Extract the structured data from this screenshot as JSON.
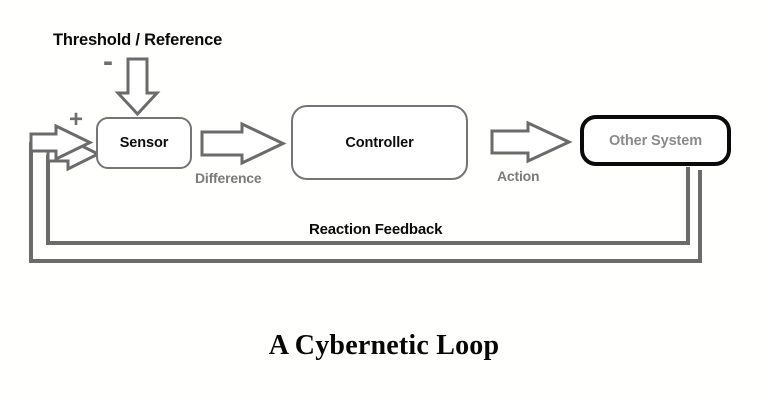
{
  "diagram": {
    "title": "A Cybernetic Loop",
    "input_label": "Threshold / Reference",
    "feedback_label": "Reaction Feedback",
    "signs": {
      "negative": "-",
      "positive": "+"
    },
    "nodes": [
      {
        "id": "sensor",
        "label": "Sensor",
        "style": "gray-border",
        "text_color": "#0d0d0d",
        "border_color": "#757575"
      },
      {
        "id": "controller",
        "label": "Controller",
        "style": "gray-border",
        "text_color": "#0d0d0d",
        "border_color": "#757575"
      },
      {
        "id": "other-system",
        "label": "Other System",
        "style": "black-border",
        "text_color": "#8a8a8a",
        "border_color": "#0a0a0a"
      }
    ],
    "edges": [
      {
        "id": "threshold-to-sensor",
        "label": "",
        "sign": "-",
        "direction": "down",
        "from": "threshold-reference",
        "to": "sensor"
      },
      {
        "id": "sensor-to-controller",
        "label": "Difference",
        "direction": "right",
        "from": "sensor",
        "to": "controller"
      },
      {
        "id": "controller-to-other",
        "label": "Action",
        "direction": "right",
        "from": "controller",
        "to": "other-system"
      },
      {
        "id": "feedback-inner",
        "label": "Reaction Feedback",
        "direction": "left",
        "from": "other-system",
        "to": "sensor"
      },
      {
        "id": "feedback-outer",
        "label": "",
        "direction": "left",
        "from": "other-system",
        "to": "sensor"
      }
    ],
    "colors": {
      "background": "#ffffff",
      "arrow_stroke": "#6b6b6b",
      "arrow_fill": "#ffffff",
      "line": "#6b6b6b",
      "accent_black": "#0a0a0a",
      "muted_text": "#8a8a8a"
    }
  }
}
